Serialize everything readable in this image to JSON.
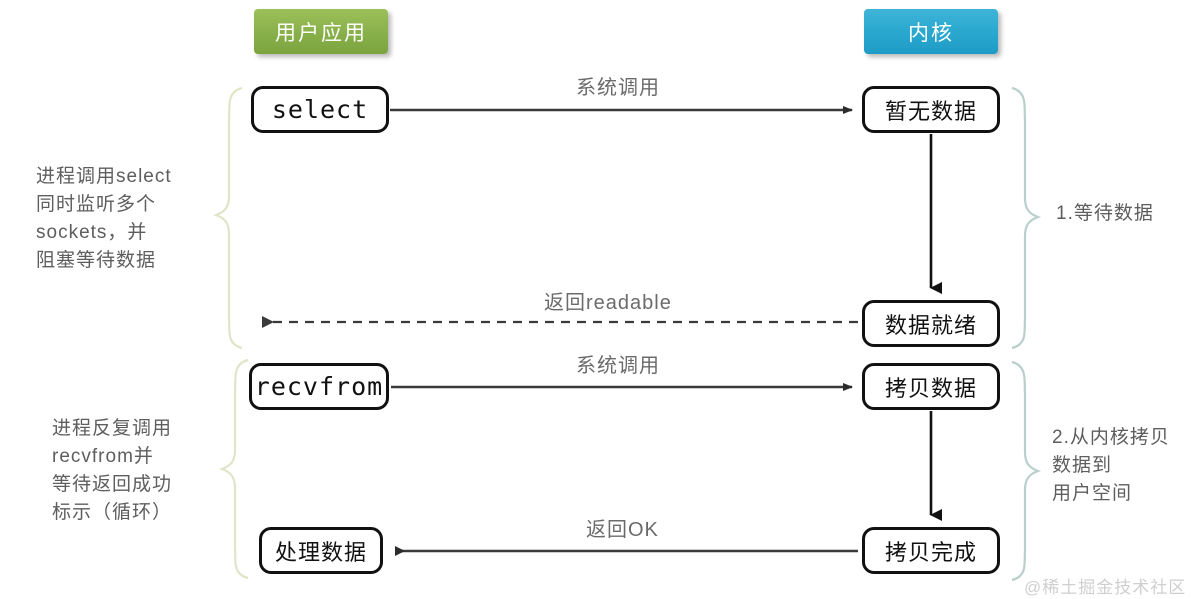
{
  "diagram": {
    "title": "select IO multiplexing flow",
    "colors": {
      "user_pill": "#88b04a",
      "kernel_pill": "#29a7cf",
      "node_border": "#111111",
      "edge": "#3a3a3a",
      "label_text": "#6b6b6b",
      "brace_left": "#e6e8cf",
      "brace_right": "#b9cfcb",
      "watermark": "#cfcfcf"
    }
  },
  "headers": {
    "user": "用户应用",
    "kernel": "内核"
  },
  "nodes": {
    "select": "select",
    "recvfrom": "recvfrom",
    "process_data": "处理数据",
    "no_data": "暂无数据",
    "data_ready": "数据就绪",
    "copying_data": "拷贝数据",
    "copy_done": "拷贝完成"
  },
  "edges": {
    "syscall_1": "系统调用",
    "return_readable": "返回readable",
    "syscall_2": "系统调用",
    "return_ok": "返回OK"
  },
  "annotations": {
    "left_1": "进程调用select\n同时监听多个\nsockets，并\n阻塞等待数据",
    "left_2": "进程反复调用\nrecvfrom并\n等待返回成功\n标示（循环）",
    "right_1": "1.等待数据",
    "right_2": "2.从内核拷贝\n  数据到\n  用户空间"
  },
  "watermark": "@稀土掘金技术社区"
}
